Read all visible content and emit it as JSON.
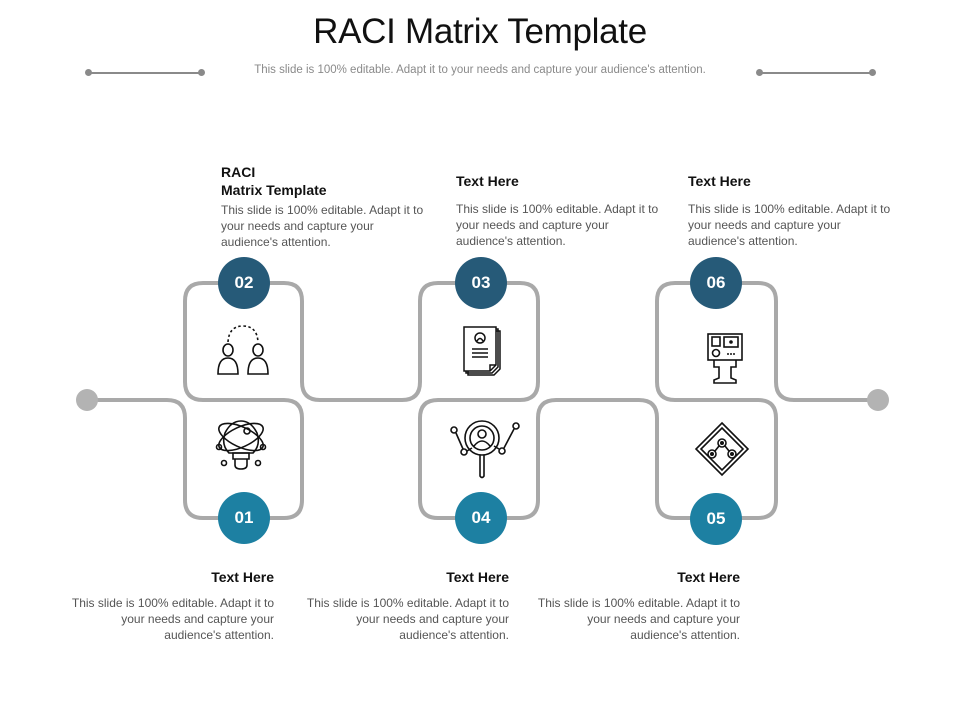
{
  "title": "RACI Matrix Template",
  "subtitle": "This slide is 100% editable. Adapt it to your needs and capture your audience's attention.",
  "colors": {
    "badge_dark": "#265a78",
    "badge_light": "#1d80a2",
    "path": "#a9a9a9",
    "endpoint": "#b3b3b3"
  },
  "steps": [
    {
      "number": "01",
      "icon": "rocket-lightbulb-icon",
      "heading": "Text Here",
      "text": "This slide is 100% editable. Adapt it to your needs and capture your audience's attention."
    },
    {
      "number": "02",
      "icon": "two-people-connection-icon",
      "heading": "RACI\nMatrix Template",
      "heading_line1": "RACI",
      "heading_line2": "Matrix Template",
      "text": "This slide is 100% editable. Adapt it to your needs and capture your audience's attention."
    },
    {
      "number": "03",
      "icon": "profile-documents-icon",
      "heading": "Text Here",
      "text": "This slide is 100% editable. Adapt it to your needs and capture your audience's attention."
    },
    {
      "number": "04",
      "icon": "magnifier-person-network-icon",
      "heading": "Text Here",
      "text": "This slide is 100% editable. Adapt it to your needs and capture your audience's attention."
    },
    {
      "number": "05",
      "icon": "diamond-network-sign-icon",
      "heading": "Text Here",
      "text": "This slide is 100% editable. Adapt it to your needs and capture your audience's attention."
    },
    {
      "number": "06",
      "icon": "control-panel-stand-icon",
      "heading": "Text Here",
      "text": "This slide is 100% editable. Adapt it to your needs and capture your audience's attention."
    }
  ]
}
